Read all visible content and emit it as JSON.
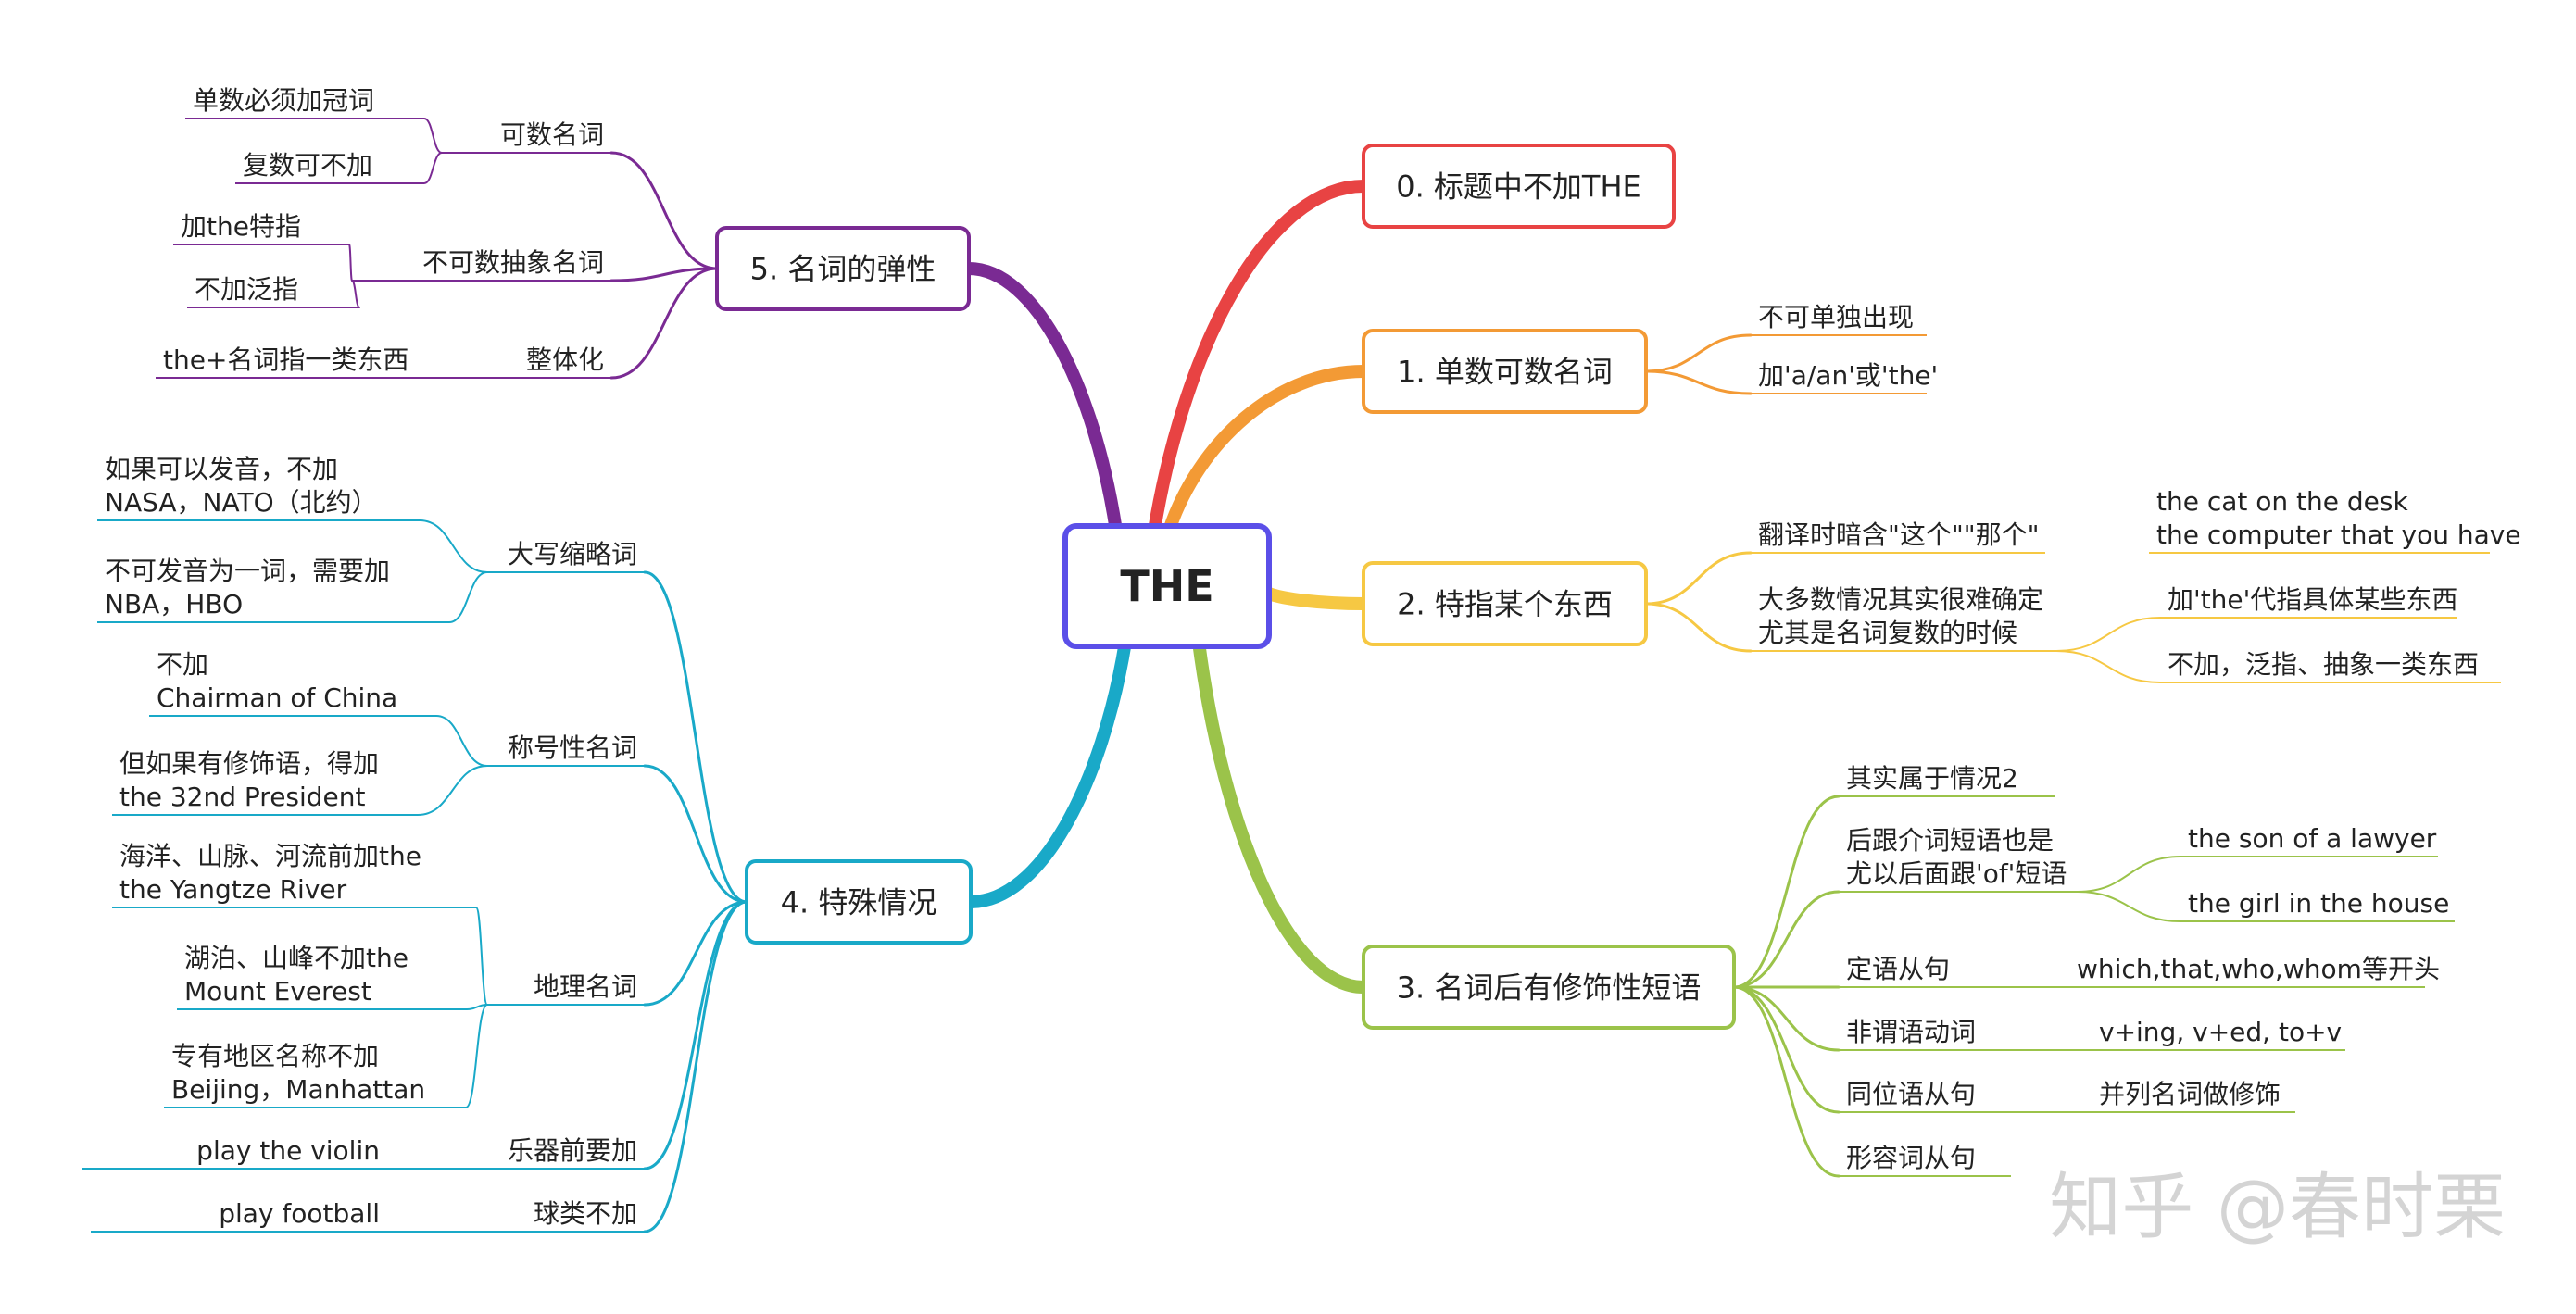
{
  "root": {
    "label": "THE",
    "color": "#5b4fe8"
  },
  "watermark": "知乎 @春时栗",
  "branches": [
    {
      "id": "b0",
      "label": "0. 标题中不加THE",
      "color": "#e84343",
      "children": []
    },
    {
      "id": "b1",
      "label": "1. 单数可数名词",
      "color": "#f39a35",
      "children": [
        {
          "label": "不可单独出现"
        },
        {
          "label": "加'a/an'或'the'"
        }
      ]
    },
    {
      "id": "b2",
      "label": "2. 特指某个东西",
      "color": "#f6c843",
      "children": [
        {
          "label": "翻译时暗含\"这个\"\"那个\"",
          "children": [
            {
              "label": "the cat on the desk\nthe computer that you have"
            }
          ]
        },
        {
          "label": "大多数情况其实很难确定\n尤其是名词复数的时候",
          "children": [
            {
              "label": "加'the'代指具体某些东西"
            },
            {
              "label": "不加，泛指、抽象一类东西"
            }
          ]
        }
      ]
    },
    {
      "id": "b3",
      "label": "3. 名词后有修饰性短语",
      "color": "#9bc34a",
      "children": [
        {
          "label": "其实属于情况2"
        },
        {
          "label": "后跟介词短语也是\n尤以后面跟'of'短语",
          "children": [
            {
              "label": "the son of a lawyer"
            },
            {
              "label": "the girl in the house"
            }
          ]
        },
        {
          "label": "定语从句",
          "children": [
            {
              "label": "which,that,who,whom等开头"
            }
          ]
        },
        {
          "label": "非谓语动词",
          "children": [
            {
              "label": "v+ing,  v+ed,  to+v"
            }
          ]
        },
        {
          "label": "同位语从句",
          "children": [
            {
              "label": "并列名词做修饰"
            }
          ]
        },
        {
          "label": "形容词从句"
        }
      ]
    },
    {
      "id": "b4",
      "label": "4. 特殊情况",
      "color": "#19a9c8",
      "children": [
        {
          "label": "大写缩略词",
          "children": [
            {
              "label": "如果可以发音，不加\nNASA，NATO（北约）"
            },
            {
              "label": "不可发音为一词，需要加\nNBA，HBO"
            }
          ]
        },
        {
          "label": "称号性名词",
          "children": [
            {
              "label": "不加\nChairman of China"
            },
            {
              "label": "但如果有修饰语，得加\nthe 32nd President"
            }
          ]
        },
        {
          "label": "地理名词",
          "children": [
            {
              "label": "海洋、山脉、河流前加the\nthe Yangtze River"
            },
            {
              "label": "湖泊、山峰不加the\nMount Everest"
            },
            {
              "label": "专有地区名称不加\nBeijing，Manhattan"
            }
          ]
        },
        {
          "label": "乐器前要加",
          "children": [
            {
              "label": "play the violin"
            }
          ]
        },
        {
          "label": "球类不加",
          "children": [
            {
              "label": "play football"
            }
          ]
        }
      ]
    },
    {
      "id": "b5",
      "label": "5. 名词的弹性",
      "color": "#7a2a93",
      "children": [
        {
          "label": "可数名词",
          "children": [
            {
              "label": "单数必须加冠词"
            },
            {
              "label": "复数可不加"
            }
          ]
        },
        {
          "label": "不可数抽象名词",
          "children": [
            {
              "label": "加the特指"
            },
            {
              "label": "不加泛指"
            }
          ]
        },
        {
          "label": "整体化",
          "children": [
            {
              "label": "the+名词指一类东西"
            }
          ]
        }
      ]
    }
  ]
}
